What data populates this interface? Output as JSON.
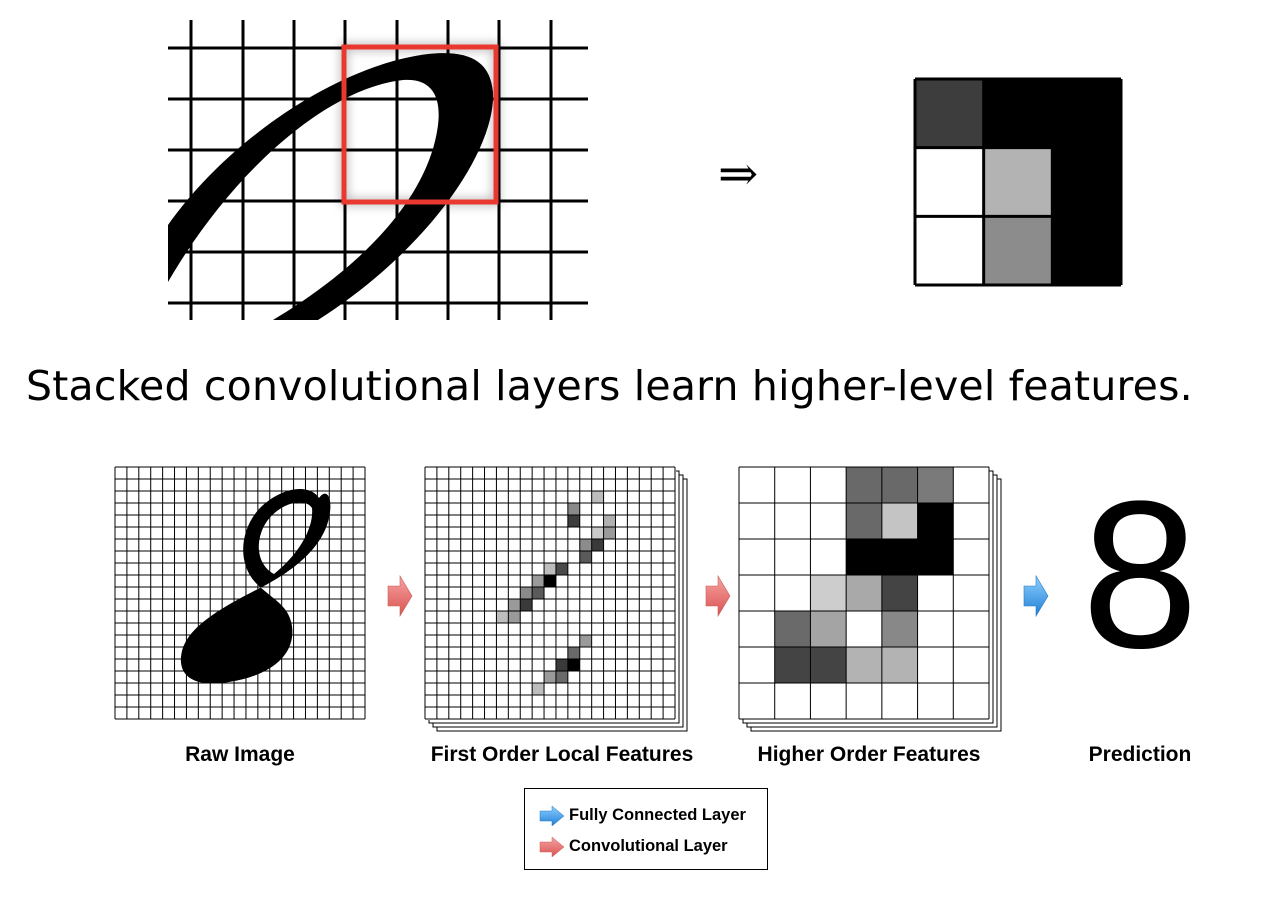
{
  "headline": "Stacked convolutional layers learn higher-level features.",
  "implies_symbol": "⇒",
  "pooled_patch": {
    "grid": [
      [
        "#3d3d3d",
        "#000000",
        "#000000"
      ],
      [
        "#ffffff",
        "#b3b3b3",
        "#000000"
      ],
      [
        "#ffffff",
        "#8c8c8c",
        "#000000"
      ]
    ]
  },
  "stages": [
    {
      "label": "Raw Image"
    },
    {
      "label": "First Order Local Features"
    },
    {
      "label": "Higher Order Features"
    },
    {
      "label": "Prediction"
    }
  ],
  "prediction_value": "8",
  "first_order_cells": [
    {
      "r": 2,
      "c": 14,
      "v": "#bdbdbd"
    },
    {
      "r": 3,
      "c": 12,
      "v": "#8a8a8a"
    },
    {
      "r": 4,
      "c": 12,
      "v": "#3d3d3d"
    },
    {
      "r": 4,
      "c": 15,
      "v": "#b0b0b0"
    },
    {
      "r": 5,
      "c": 14,
      "v": "#c9c9c9"
    },
    {
      "r": 5,
      "c": 15,
      "v": "#9a9a9a"
    },
    {
      "r": 6,
      "c": 13,
      "v": "#8c8c8c"
    },
    {
      "r": 6,
      "c": 14,
      "v": "#3a3a3a"
    },
    {
      "r": 7,
      "c": 13,
      "v": "#5a5a5a"
    },
    {
      "r": 8,
      "c": 10,
      "v": "#bdbdbd"
    },
    {
      "r": 8,
      "c": 11,
      "v": "#4a4a4a"
    },
    {
      "r": 9,
      "c": 9,
      "v": "#9a9a9a"
    },
    {
      "r": 9,
      "c": 10,
      "v": "#000000"
    },
    {
      "r": 10,
      "c": 8,
      "v": "#8a8a8a"
    },
    {
      "r": 10,
      "c": 9,
      "v": "#5a5a5a"
    },
    {
      "r": 11,
      "c": 7,
      "v": "#9a9a9a"
    },
    {
      "r": 11,
      "c": 8,
      "v": "#3a3a3a"
    },
    {
      "r": 12,
      "c": 6,
      "v": "#bdbdbd"
    },
    {
      "r": 12,
      "c": 7,
      "v": "#9a9a9a"
    },
    {
      "r": 14,
      "c": 13,
      "v": "#9a9a9a"
    },
    {
      "r": 15,
      "c": 12,
      "v": "#6a6a6a"
    },
    {
      "r": 16,
      "c": 11,
      "v": "#3a3a3a"
    },
    {
      "r": 16,
      "c": 12,
      "v": "#000000"
    },
    {
      "r": 17,
      "c": 10,
      "v": "#9a9a9a"
    },
    {
      "r": 17,
      "c": 11,
      "v": "#6a6a6a"
    },
    {
      "r": 18,
      "c": 9,
      "v": "#bdbdbd"
    }
  ],
  "higher_order_grid": [
    [
      "#ffffff",
      "#ffffff",
      "#ffffff",
      "#696969",
      "#696969",
      "#7a7a7a",
      "#ffffff"
    ],
    [
      "#ffffff",
      "#ffffff",
      "#ffffff",
      "#696969",
      "#c4c4c4",
      "#000000",
      "#ffffff"
    ],
    [
      "#ffffff",
      "#ffffff",
      "#ffffff",
      "#000000",
      "#000000",
      "#000000",
      "#ffffff"
    ],
    [
      "#ffffff",
      "#ffffff",
      "#cdcdcd",
      "#a9a9a9",
      "#444444",
      "#ffffff",
      "#ffffff"
    ],
    [
      "#ffffff",
      "#6a6a6a",
      "#a4a4a4",
      "#ffffff",
      "#888888",
      "#ffffff",
      "#ffffff"
    ],
    [
      "#ffffff",
      "#444444",
      "#444444",
      "#b3b3b3",
      "#b3b3b3",
      "#ffffff",
      "#ffffff"
    ],
    [
      "#ffffff",
      "#ffffff",
      "#ffffff",
      "#ffffff",
      "#ffffff",
      "#ffffff",
      "#ffffff"
    ]
  ],
  "legend": {
    "items": [
      {
        "label": "Fully Connected Layer",
        "icon": "arrow-icon-blue",
        "color": "#3b9be6"
      },
      {
        "label": "Convolutional Layer",
        "icon": "arrow-icon-red",
        "color": "#e86b6b"
      }
    ]
  },
  "colors": {
    "highlight": "#e8382f",
    "conv_arrow": "#e86b6b",
    "fc_arrow": "#3b9be6"
  }
}
